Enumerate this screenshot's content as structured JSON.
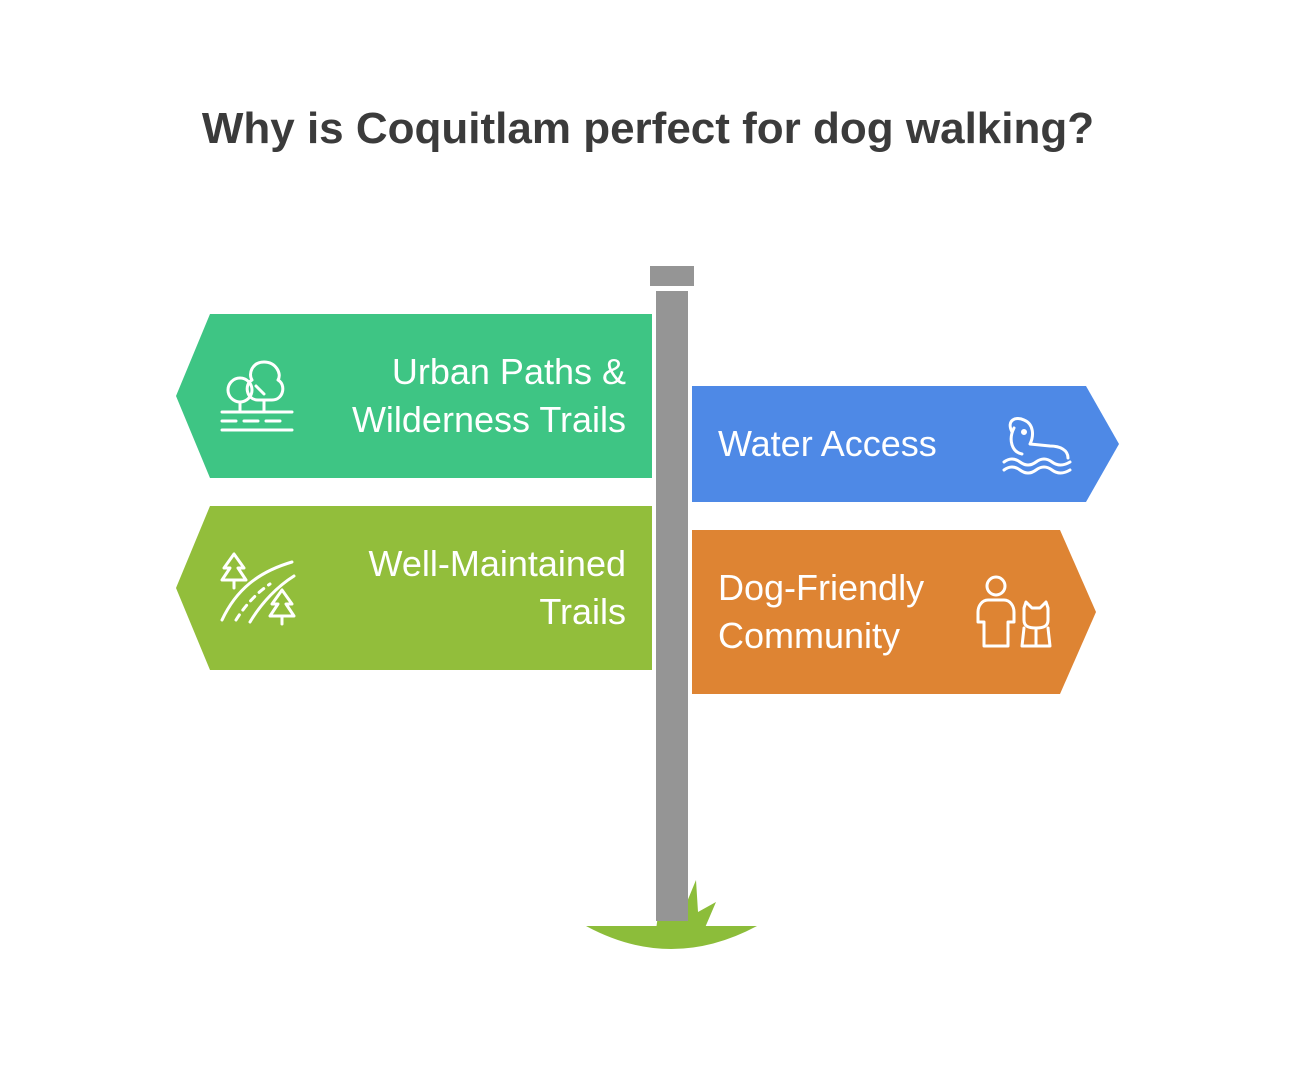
{
  "title": "Why is Coquitlam perfect for dog walking?",
  "colors": {
    "post": "#959595",
    "grass": "#8cbd3a",
    "green": "#3ec584",
    "blue": "#4e89e6",
    "lime": "#92be3b",
    "orange": "#de8433",
    "title_text": "#3b3b3b"
  },
  "signs": [
    {
      "direction": "left",
      "color": "#3ec584",
      "icon": "trees-path-icon",
      "lines": [
        "Urban Paths &",
        "Wilderness Trails"
      ]
    },
    {
      "direction": "right",
      "color": "#4e89e6",
      "icon": "swimming-dog-icon",
      "lines": [
        "Water Access"
      ]
    },
    {
      "direction": "left",
      "color": "#92be3b",
      "icon": "forest-trail-icon",
      "lines": [
        "Well-Maintained",
        "Trails"
      ]
    },
    {
      "direction": "right",
      "color": "#de8433",
      "icon": "person-with-dog-icon",
      "lines": [
        "Dog-Friendly",
        "Community"
      ]
    }
  ]
}
